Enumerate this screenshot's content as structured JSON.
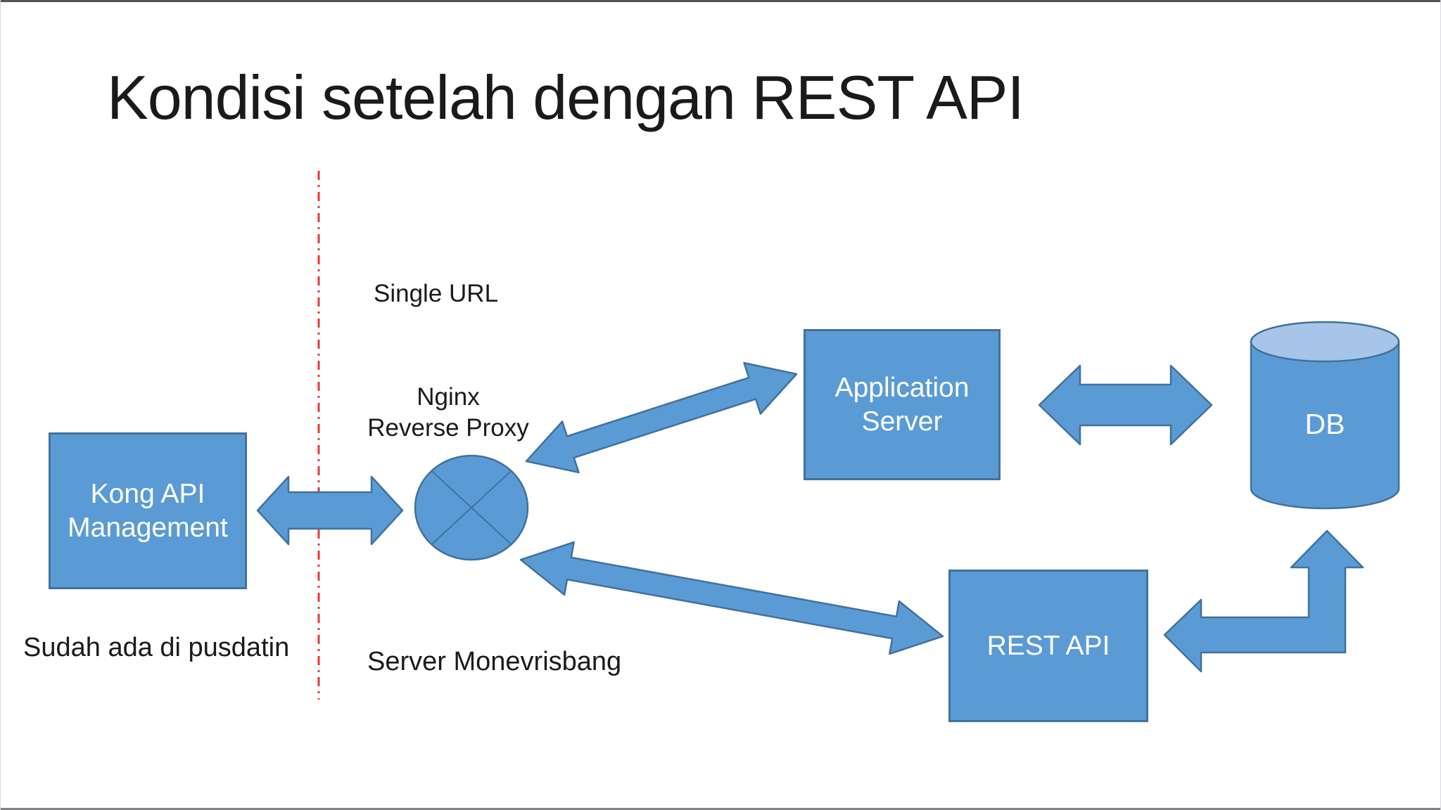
{
  "slide": {
    "title": "Kondisi setelah dengan REST API"
  },
  "colors": {
    "shape_fill": "#5b9bd5",
    "shape_border": "#41719c",
    "cylinder_top_fill": "#a7c5e8",
    "divider_red": "#ed3833",
    "text_dark": "#1a1a1a",
    "text_light": "#ffffff"
  },
  "annotations": {
    "single_url": "Single URL",
    "nginx_line1": "Nginx",
    "nginx_line2": "Reverse Proxy",
    "note_left": "Sudah ada di pusdatin",
    "note_bottom": "Server Monevrisbang"
  },
  "nodes": {
    "kong": {
      "line1": "Kong API",
      "line2": "Management"
    },
    "app_server": {
      "line1": "Application",
      "line2": "Server"
    },
    "rest_api": {
      "label": "REST API"
    },
    "db": {
      "label": "DB"
    }
  },
  "connections": [
    {
      "from": "Kong API Management",
      "to": "Nginx Reverse Proxy",
      "style": "double-headed-arrow"
    },
    {
      "from": "Nginx Reverse Proxy",
      "to": "Application Server",
      "style": "double-headed-arrow"
    },
    {
      "from": "Nginx Reverse Proxy",
      "to": "REST API",
      "style": "double-headed-arrow"
    },
    {
      "from": "Application Server",
      "to": "DB",
      "style": "double-headed-arrow"
    },
    {
      "from": "REST API",
      "to": "DB",
      "style": "bent-up-arrow"
    }
  ]
}
